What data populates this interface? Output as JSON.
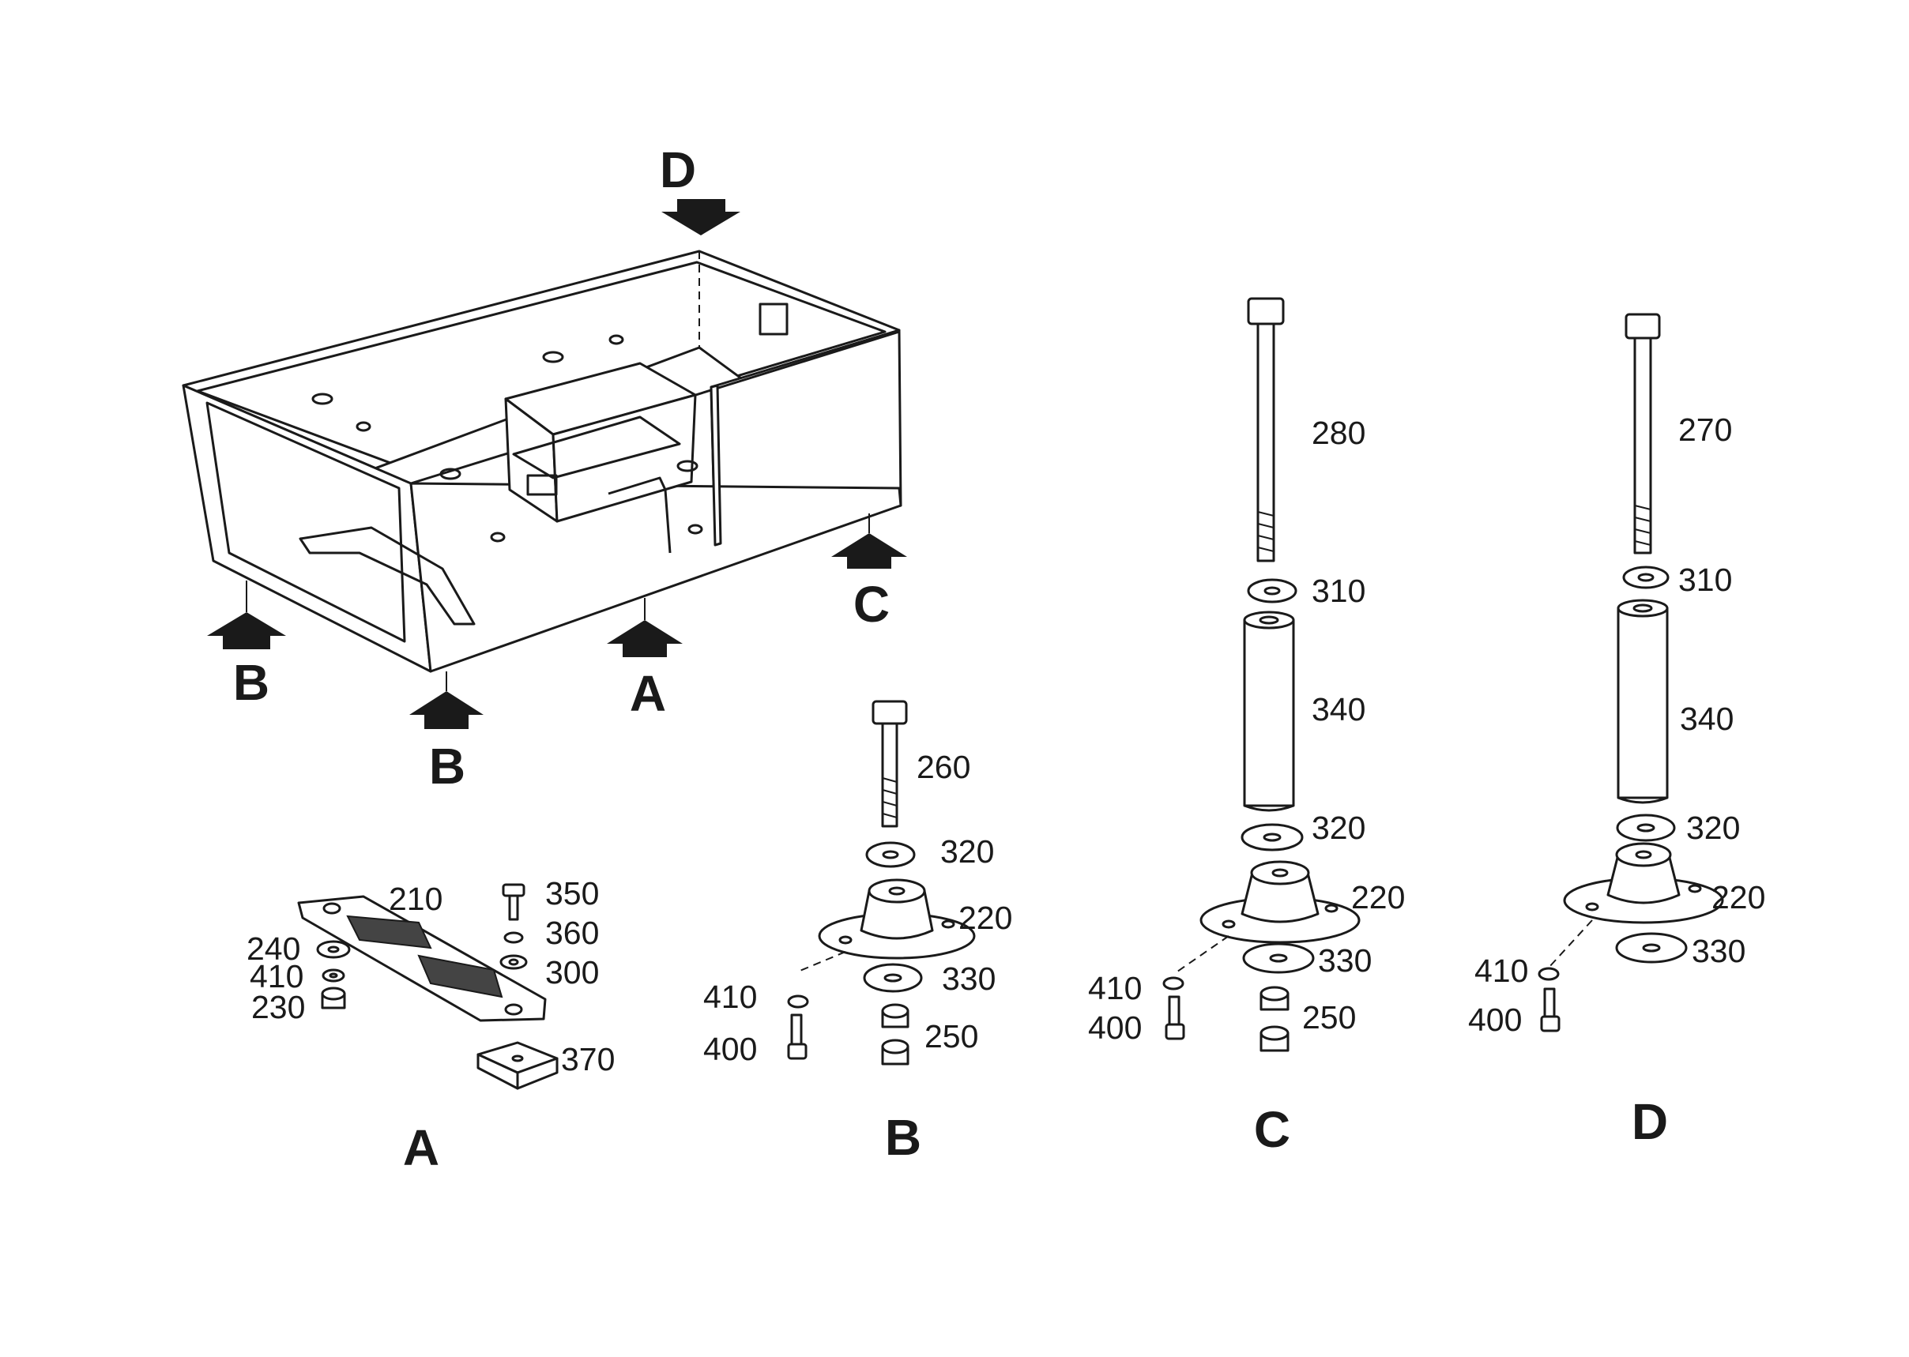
{
  "assembly_views": {
    "main": {
      "arrows": [
        "D",
        "B",
        "B",
        "A",
        "C"
      ]
    },
    "A": {
      "letter": "A",
      "parts": [
        "210",
        "240",
        "410",
        "230",
        "350",
        "360",
        "300",
        "370"
      ]
    },
    "B": {
      "letter": "B",
      "parts": [
        "260",
        "320",
        "220",
        "330",
        "410",
        "400",
        "250"
      ]
    },
    "C": {
      "letter": "C",
      "parts": [
        "280",
        "310",
        "340",
        "320",
        "220",
        "330",
        "410",
        "400",
        "250"
      ]
    },
    "D": {
      "letter": "D",
      "parts": [
        "270",
        "310",
        "340",
        "320",
        "220",
        "330",
        "410",
        "400"
      ]
    }
  },
  "colors": {
    "ink": "#1a1a1a",
    "paper": "#ffffff"
  },
  "icons": [
    "arrow-down-icon",
    "arrow-up-icon"
  ]
}
